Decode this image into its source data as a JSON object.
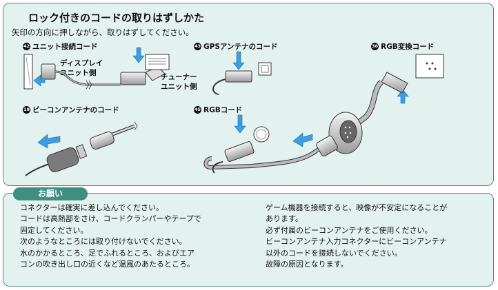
{
  "header": {
    "title": "ロック付きのコードの取りはずしかた",
    "instruction": "矢印の方向に押しながら、取りはずしてください。"
  },
  "sections": {
    "unit_cable": {
      "number": "42",
      "label": "ユニット接続コード",
      "display_side": [
        "ディスプレイ",
        "ユニット側"
      ],
      "tuner_side": [
        "チューナー",
        "ユニット側"
      ]
    },
    "gps": {
      "number": "43",
      "label": "GPSアンテナのコード"
    },
    "rgb_convert": {
      "number": "36",
      "label": "RGB変換コード"
    },
    "beacon": {
      "number": "18",
      "label": "ビーコンアンテナのコード"
    },
    "rgb": {
      "number": "45",
      "label": "RGBコード"
    }
  },
  "caution": {
    "tab_label": "お願い",
    "left_lines": [
      "コネクターは確実に差し込んでください。",
      "コードは高熱部をさけ、コードクランパーやテープで",
      "固定してください。",
      "次のようなところには取り付けないでください。",
      "水のかかるところ、足でふれるところ、およびエア",
      "コンの吹き出し口の近くなど温風のあたるところ。"
    ],
    "right_lines": [
      "ゲーム機器を接続すると、映像が不安定になることが",
      "あります。",
      "必ず付属のビーコンアンテナをご使用ください。",
      "ビーコンアンテナ入力コネクターにビーコンアンテナ",
      "以外のコードを接続しないでください。",
      "故障の原因となります。"
    ]
  },
  "colors": {
    "panel_bg": "#e3f2ee",
    "panel_border": "#4d8a80",
    "tab": "#3f8f80",
    "arrow": "#3a9ee0"
  }
}
